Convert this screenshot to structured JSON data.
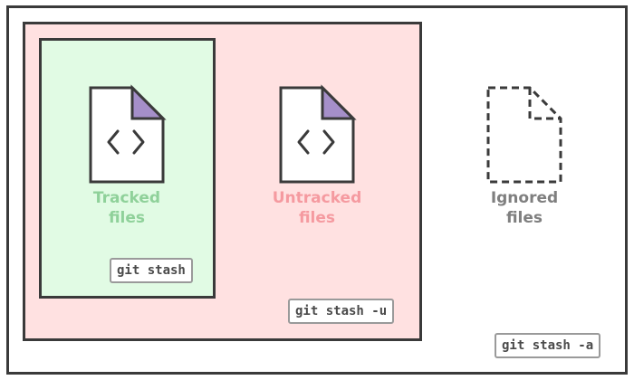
{
  "colors": {
    "tracked_bg": "#e1fbe4",
    "untracked_bg": "#ffe1e1",
    "tracked_text": "#8fd19a",
    "untracked_text": "#f59aa0",
    "ignored_text": "#7f7f7f",
    "file_corner": "#a58fc9",
    "outline": "#3a3a3a"
  },
  "groups": {
    "tracked": {
      "label_line1": "Tracked",
      "label_line2": "files",
      "command": "git stash",
      "icon": "code-file-icon"
    },
    "untracked": {
      "label_line1": "Untracked",
      "label_line2": "files",
      "command": "git stash -u",
      "icon": "code-file-icon"
    },
    "ignored": {
      "label_line1": "Ignored",
      "label_line2": "files",
      "command": "git stash -a",
      "icon": "dashed-file-icon"
    }
  }
}
